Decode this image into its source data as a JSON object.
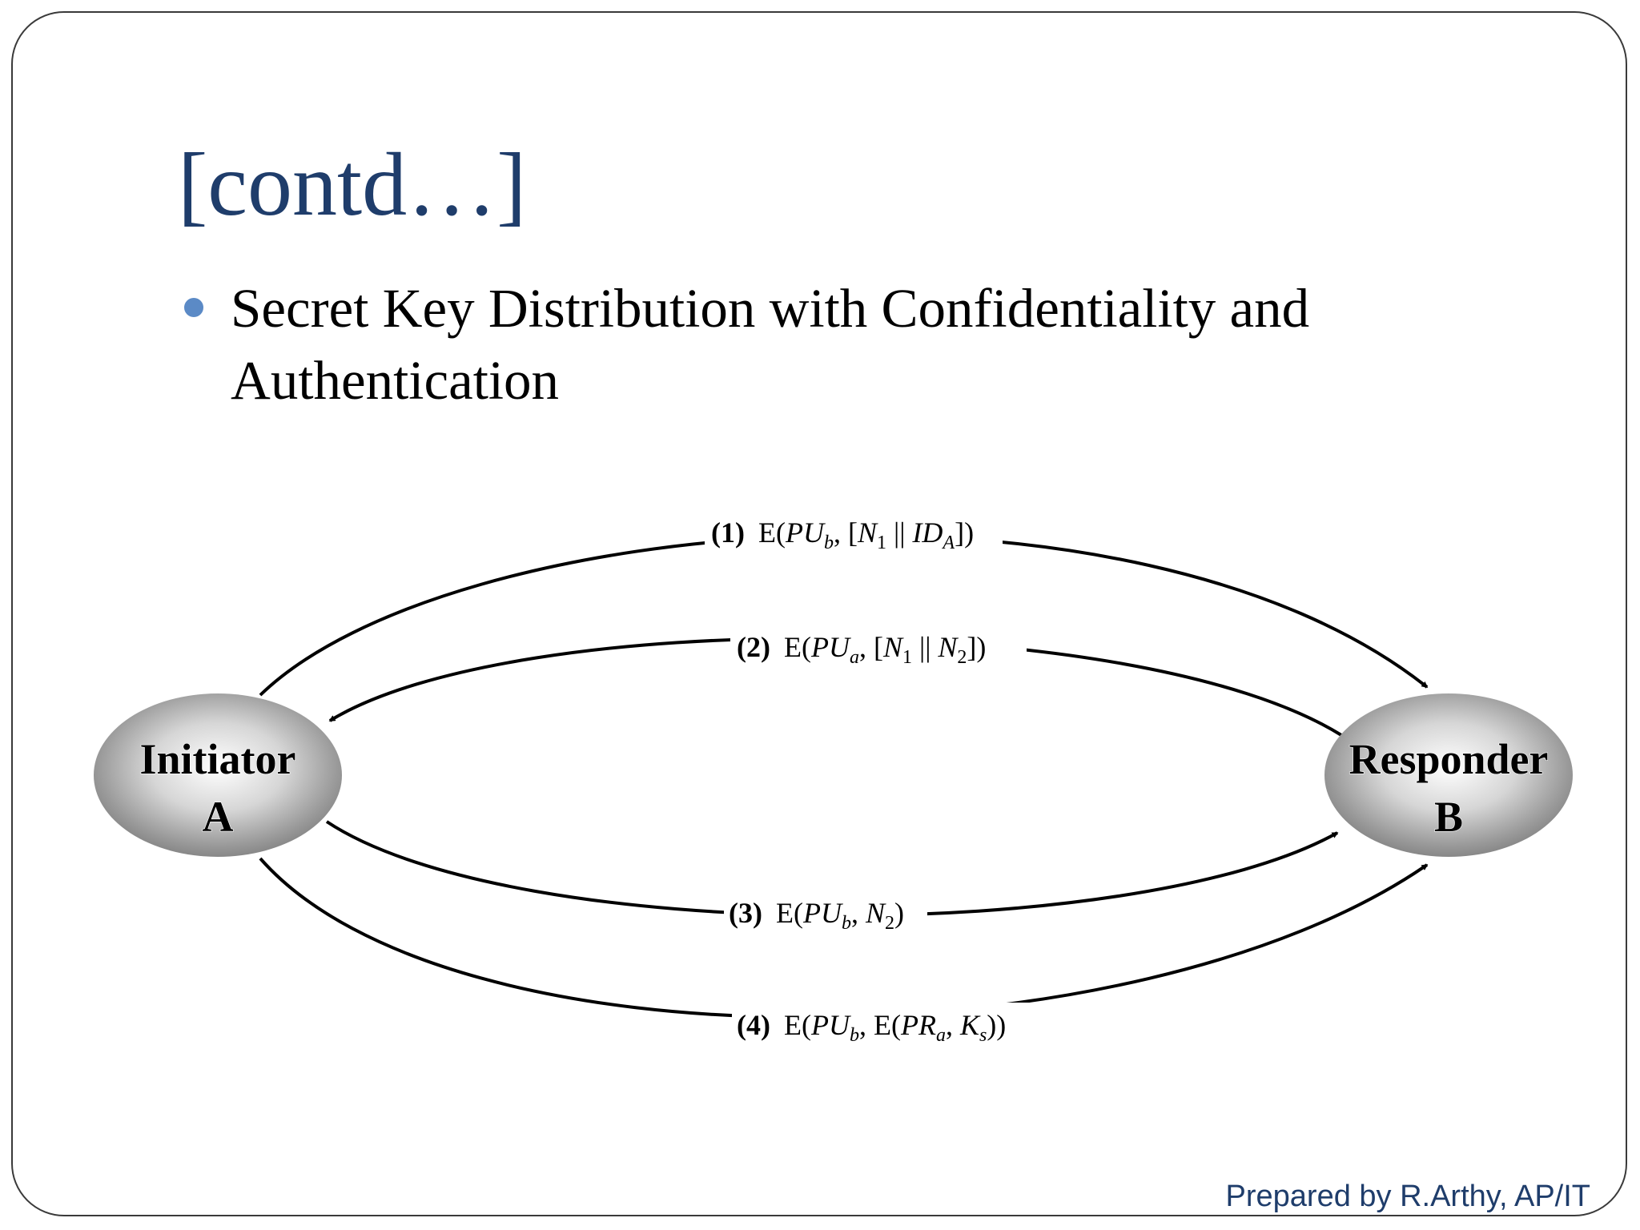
{
  "slide": {
    "title": "[contd…]",
    "bullet": "Secret Key Distribution with Confidentiality and Authentication",
    "footer": "Prepared by R.Arthy, AP/IT",
    "colors": {
      "title": "#1f3d6b",
      "bullet": "#5b8ac6",
      "footer": "#1f3d6b"
    }
  },
  "diagram": {
    "nodes": {
      "initiator": {
        "line1": "Initiator",
        "line2": "A"
      },
      "responder": {
        "line1": "Responder",
        "line2": "B"
      }
    },
    "messages": [
      {
        "step": "(1)",
        "direction": "A-to-B",
        "parts": [
          "E(",
          "PU",
          "b",
          ", [",
          "N",
          "1",
          " || ",
          "ID",
          "A",
          "])"
        ]
      },
      {
        "step": "(2)",
        "direction": "B-to-A",
        "parts": [
          "E(",
          "PU",
          "a",
          ", [",
          "N",
          "1",
          " || ",
          "N",
          "2",
          "])"
        ]
      },
      {
        "step": "(3)",
        "direction": "A-to-B",
        "parts": [
          "E(",
          "PU",
          "b",
          ", ",
          "N",
          "2",
          ")"
        ]
      },
      {
        "step": "(4)",
        "direction": "A-to-B",
        "parts": [
          "E(",
          "PU",
          "b",
          ", E(",
          "PR",
          "a",
          ", ",
          "K",
          "s",
          "))"
        ]
      }
    ]
  }
}
